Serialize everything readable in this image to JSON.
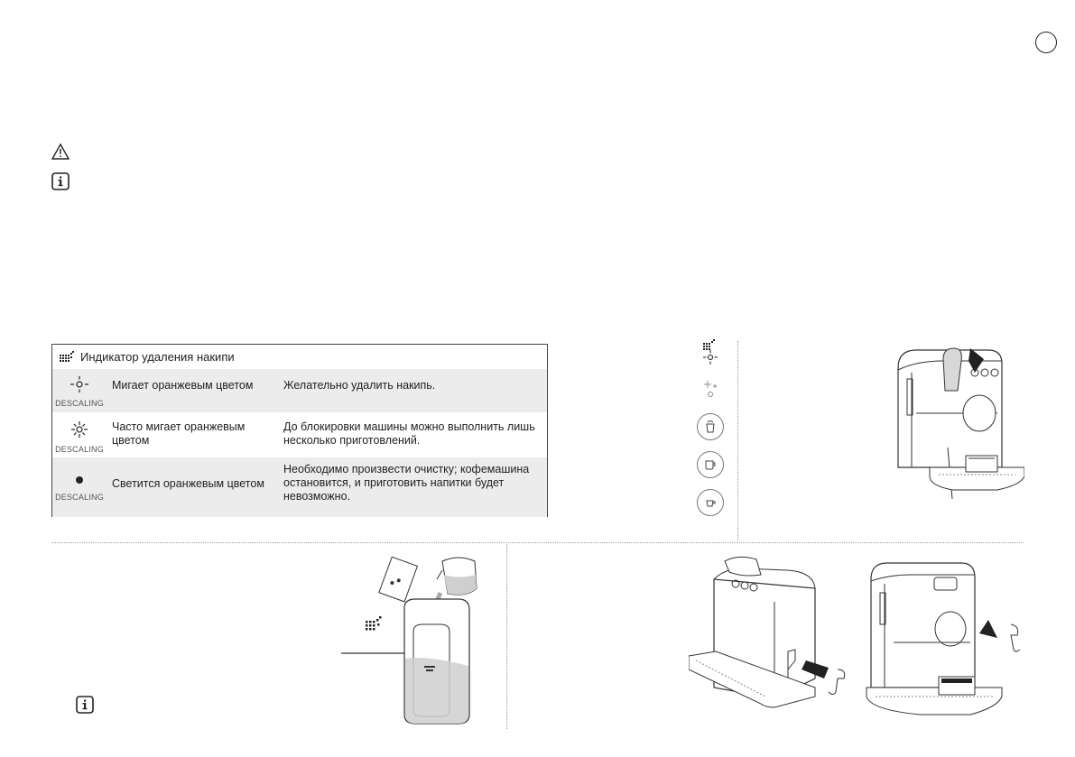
{
  "table": {
    "header": "Индикатор удаления накипи",
    "rows": [
      {
        "icon_caption": "DESCALING",
        "state": "Мигает оранжевым цветом",
        "description": "Желательно удалить накипь."
      },
      {
        "icon_caption": "DESCALING",
        "state": "Часто мигает оранжевым цветом",
        "description": "До блокировки машины можно выполнить лишь несколько приготовлений."
      },
      {
        "icon_caption": "DESCALING",
        "state": "Светится оранжевым цветом",
        "description": "Необходимо произвести очистку; кофемашина остановится, и приготовить напитки будет невозможно."
      }
    ]
  },
  "icons": [
    "warning-icon",
    "info-icon",
    "descaling-icon",
    "light-slow-blink-icon",
    "light-fast-blink-icon",
    "light-solid-icon",
    "milk-button-icon",
    "cup-large-button-icon",
    "cup-small-button-icon"
  ],
  "colors": {
    "line": "#444444",
    "shade": "#ececec",
    "dotted": "#999999"
  }
}
